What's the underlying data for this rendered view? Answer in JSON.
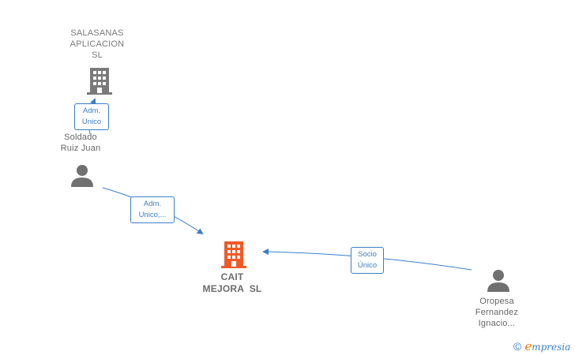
{
  "nodes": {
    "salasanas": {
      "lines": [
        "SALASANAS",
        "APLICACION",
        "SL"
      ]
    },
    "soldado": {
      "lines": [
        "Soldado",
        "Ruiz Juan"
      ]
    },
    "cait": {
      "lines": [
        "CAIT",
        "MEJORA  SL"
      ]
    },
    "oropesa": {
      "lines": [
        "Oropesa",
        "Fernandez",
        "Ignacio..."
      ]
    }
  },
  "relations": {
    "soldado_salasanas": {
      "lines": [
        "Adm.",
        "Unico"
      ]
    },
    "soldado_cait": {
      "lines": [
        "Adm.",
        "Unico,..."
      ]
    },
    "oropesa_cait": {
      "lines": [
        "Socio",
        "Único"
      ]
    }
  },
  "colors": {
    "edge": "#3a7fc8",
    "company_gray": "#7a7a7a",
    "company_main": "#f05a28",
    "person": "#707070"
  },
  "icons": {
    "company": "building-icon",
    "person": "person-icon"
  },
  "branding": {
    "copyright": "©",
    "logo_first": "e",
    "logo_rest": "mpresia"
  }
}
